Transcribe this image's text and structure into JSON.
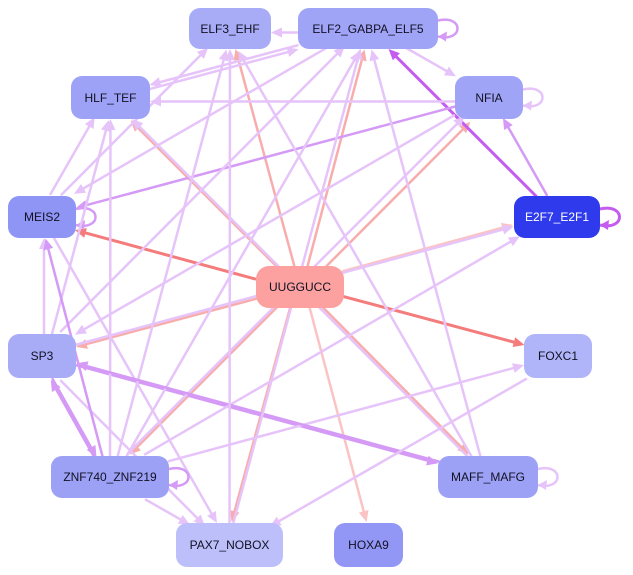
{
  "colors": {
    "background": "#ffffff",
    "center_node": "#fca0a0",
    "edge_from_center_strong": "#f47c7c",
    "edge_from_center": "#f8adad",
    "edge_from_center_light": "#fbc3c3",
    "edge_purple_strong": "#c45cf0",
    "edge_purple": "#d49af5",
    "edge_purple_light": "#e6c4fa"
  },
  "nodes": [
    {
      "id": "UUGGUCC",
      "label": "UUGGUCC",
      "fill": "#fca0a0",
      "text_color": "#111122"
    },
    {
      "id": "ELF3_EHF",
      "label": "ELF3_EHF",
      "fill": "#a8acf7",
      "text_color": "#111122"
    },
    {
      "id": "ELF2_GABPA_ELF5",
      "label": "ELF2_GABPA_ELF5",
      "fill": "#a0a4f6",
      "text_color": "#111122"
    },
    {
      "id": "HLF_TEF",
      "label": "HLF_TEF",
      "fill": "#9ea2f6",
      "text_color": "#111122"
    },
    {
      "id": "NFIA",
      "label": "NFIA",
      "fill": "#a0a4f6",
      "text_color": "#111122"
    },
    {
      "id": "MEIS2",
      "label": "MEIS2",
      "fill": "#8f95f4",
      "text_color": "#111122"
    },
    {
      "id": "E2F7_E2F1",
      "label": "E2F7_E2F1",
      "fill": "#2e3aeb",
      "text_color": "#ffffff"
    },
    {
      "id": "SP3",
      "label": "SP3",
      "fill": "#a8acf7",
      "text_color": "#111122"
    },
    {
      "id": "FOXC1",
      "label": "FOXC1",
      "fill": "#b0b4f8",
      "text_color": "#111122"
    },
    {
      "id": "ZNF740_ZNF219",
      "label": "ZNF740_ZNF219",
      "fill": "#9ca1f6",
      "text_color": "#111122"
    },
    {
      "id": "MAFF_MAFG",
      "label": "MAFF_MAFG",
      "fill": "#9ca1f6",
      "text_color": "#111122"
    },
    {
      "id": "PAX7_NOBOX",
      "label": "PAX7_NOBOX",
      "fill": "#bcbff9",
      "text_color": "#111122"
    },
    {
      "id": "HOXA9",
      "label": "HOXA9",
      "fill": "#9297f5",
      "text_color": "#111122"
    }
  ],
  "edges": [
    {
      "from": "UUGGUCC",
      "to": "MEIS2",
      "color": "edge_from_center_strong"
    },
    {
      "from": "UUGGUCC",
      "to": "HLF_TEF",
      "color": "edge_from_center"
    },
    {
      "from": "UUGGUCC",
      "to": "ELF3_EHF",
      "color": "edge_from_center"
    },
    {
      "from": "UUGGUCC",
      "to": "ELF2_GABPA_ELF5",
      "color": "edge_from_center"
    },
    {
      "from": "UUGGUCC",
      "to": "NFIA",
      "color": "edge_from_center"
    },
    {
      "from": "UUGGUCC",
      "to": "E2F7_E2F1",
      "color": "edge_from_center_light"
    },
    {
      "from": "UUGGUCC",
      "to": "FOXC1",
      "color": "edge_from_center_strong"
    },
    {
      "from": "UUGGUCC",
      "to": "SP3",
      "color": "edge_from_center"
    },
    {
      "from": "UUGGUCC",
      "to": "ZNF740_ZNF219",
      "color": "edge_from_center"
    },
    {
      "from": "UUGGUCC",
      "to": "PAX7_NOBOX",
      "color": "edge_from_center"
    },
    {
      "from": "UUGGUCC",
      "to": "HOXA9",
      "color": "edge_from_center_light"
    },
    {
      "from": "UUGGUCC",
      "to": "MAFF_MAFG",
      "color": "edge_from_center"
    },
    {
      "from": "E2F7_E2F1",
      "to": "ELF2_GABPA_ELF5",
      "color": "edge_purple_strong"
    },
    {
      "from": "E2F7_E2F1",
      "to": "NFIA",
      "color": "edge_purple"
    },
    {
      "from": "E2F7_E2F1",
      "to": "E2F7_E2F1",
      "color": "edge_purple_strong",
      "self_loop": true
    },
    {
      "from": "ELF2_GABPA_ELF5",
      "to": "ELF3_EHF",
      "color": "edge_purple_light"
    },
    {
      "from": "ELF2_GABPA_ELF5",
      "to": "NFIA",
      "color": "edge_purple_light"
    },
    {
      "from": "ELF2_GABPA_ELF5",
      "to": "ELF2_GABPA_ELF5",
      "color": "edge_purple",
      "self_loop": true
    },
    {
      "from": "ELF2_GABPA_ELF5",
      "to": "HLF_TEF",
      "color": "edge_purple_light"
    },
    {
      "from": "ELF2_GABPA_ELF5",
      "to": "MEIS2",
      "color": "edge_purple_light"
    },
    {
      "from": "NFIA",
      "to": "HLF_TEF",
      "color": "edge_purple_light"
    },
    {
      "from": "NFIA",
      "to": "NFIA",
      "color": "edge_purple_light",
      "self_loop": true
    },
    {
      "from": "NFIA",
      "to": "MEIS2",
      "color": "edge_purple"
    },
    {
      "from": "NFIA",
      "to": "SP3",
      "color": "edge_purple_light"
    },
    {
      "from": "MEIS2",
      "to": "MEIS2",
      "color": "edge_purple",
      "self_loop": true
    },
    {
      "from": "MEIS2",
      "to": "HLF_TEF",
      "color": "edge_purple_light"
    },
    {
      "from": "MEIS2",
      "to": "ELF3_EHF",
      "color": "edge_purple_light"
    },
    {
      "from": "MEIS2",
      "to": "PAX7_NOBOX",
      "color": "edge_purple_light"
    },
    {
      "from": "SP3",
      "to": "MEIS2",
      "color": "edge_purple_light"
    },
    {
      "from": "SP3",
      "to": "HLF_TEF",
      "color": "edge_purple_light"
    },
    {
      "from": "SP3",
      "to": "ELF2_GABPA_ELF5",
      "color": "edge_purple_light"
    },
    {
      "from": "SP3",
      "to": "E2F7_E2F1",
      "color": "edge_purple_light"
    },
    {
      "from": "SP3",
      "to": "MAFF_MAFG",
      "color": "edge_purple"
    },
    {
      "from": "SP3",
      "to": "ZNF740_ZNF219",
      "color": "edge_purple"
    },
    {
      "from": "SP3",
      "to": "PAX7_NOBOX",
      "color": "edge_purple_light"
    },
    {
      "from": "ZNF740_ZNF219",
      "to": "SP3",
      "color": "edge_purple"
    },
    {
      "from": "ZNF740_ZNF219",
      "to": "MEIS2",
      "color": "edge_purple"
    },
    {
      "from": "ZNF740_ZNF219",
      "to": "HLF_TEF",
      "color": "edge_purple_light"
    },
    {
      "from": "ZNF740_ZNF219",
      "to": "ELF3_EHF",
      "color": "edge_purple_light"
    },
    {
      "from": "ZNF740_ZNF219",
      "to": "ELF2_GABPA_ELF5",
      "color": "edge_purple_light"
    },
    {
      "from": "ZNF740_ZNF219",
      "to": "NFIA",
      "color": "edge_purple_light"
    },
    {
      "from": "ZNF740_ZNF219",
      "to": "E2F7_E2F1",
      "color": "edge_purple_light"
    },
    {
      "from": "ZNF740_ZNF219",
      "to": "FOXC1",
      "color": "edge_purple_light"
    },
    {
      "from": "ZNF740_ZNF219",
      "to": "PAX7_NOBOX",
      "color": "edge_purple_light"
    },
    {
      "from": "ZNF740_ZNF219",
      "to": "ZNF740_ZNF219",
      "color": "edge_purple",
      "self_loop": true
    },
    {
      "from": "MAFF_MAFG",
      "to": "ELF3_EHF",
      "color": "edge_purple_light"
    },
    {
      "from": "MAFF_MAFG",
      "to": "ELF2_GABPA_ELF5",
      "color": "edge_purple_light"
    },
    {
      "from": "MAFF_MAFG",
      "to": "HLF_TEF",
      "color": "edge_purple_light"
    },
    {
      "from": "MAFF_MAFG",
      "to": "SP3",
      "color": "edge_purple"
    },
    {
      "from": "MAFF_MAFG",
      "to": "MAFF_MAFG",
      "color": "edge_purple_light",
      "self_loop": true
    },
    {
      "from": "FOXC1",
      "to": "PAX7_NOBOX",
      "color": "edge_purple_light"
    },
    {
      "from": "PAX7_NOBOX",
      "to": "ELF2_GABPA_ELF5",
      "color": "edge_purple_light"
    },
    {
      "from": "PAX7_NOBOX",
      "to": "ELF3_EHF",
      "color": "edge_purple_light"
    },
    {
      "from": "HLF_TEF",
      "to": "ELF2_GABPA_ELF5",
      "color": "edge_purple_light"
    }
  ]
}
